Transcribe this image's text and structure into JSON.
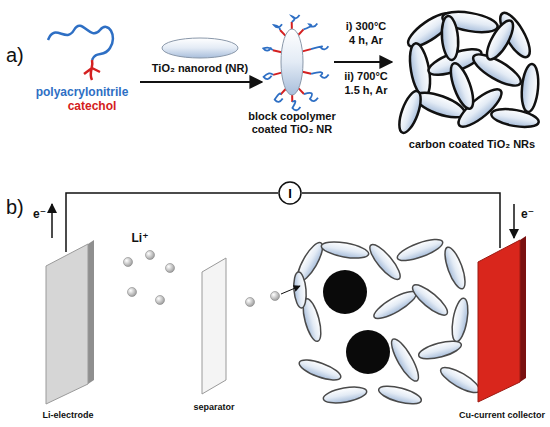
{
  "diagram": {
    "nodes": [
      {
        "text": [
          "I"
        ]
      }
    ],
    "labels": [
      "a)",
      "polyacrylonitrile",
      "catechol",
      "TiO₂ nanorod (NR)",
      "i) 300°C",
      "4 h, Ar",
      "ii) 700°C",
      "1.5 h, Ar",
      "block copolymer coated TiO₂ NR",
      "carbon coated TiO₂ NRs",
      "b)",
      "e⁻",
      "e⁻",
      "Li⁺",
      "Li-electrode",
      "separator",
      "Cu-current collector"
    ]
  }
}
